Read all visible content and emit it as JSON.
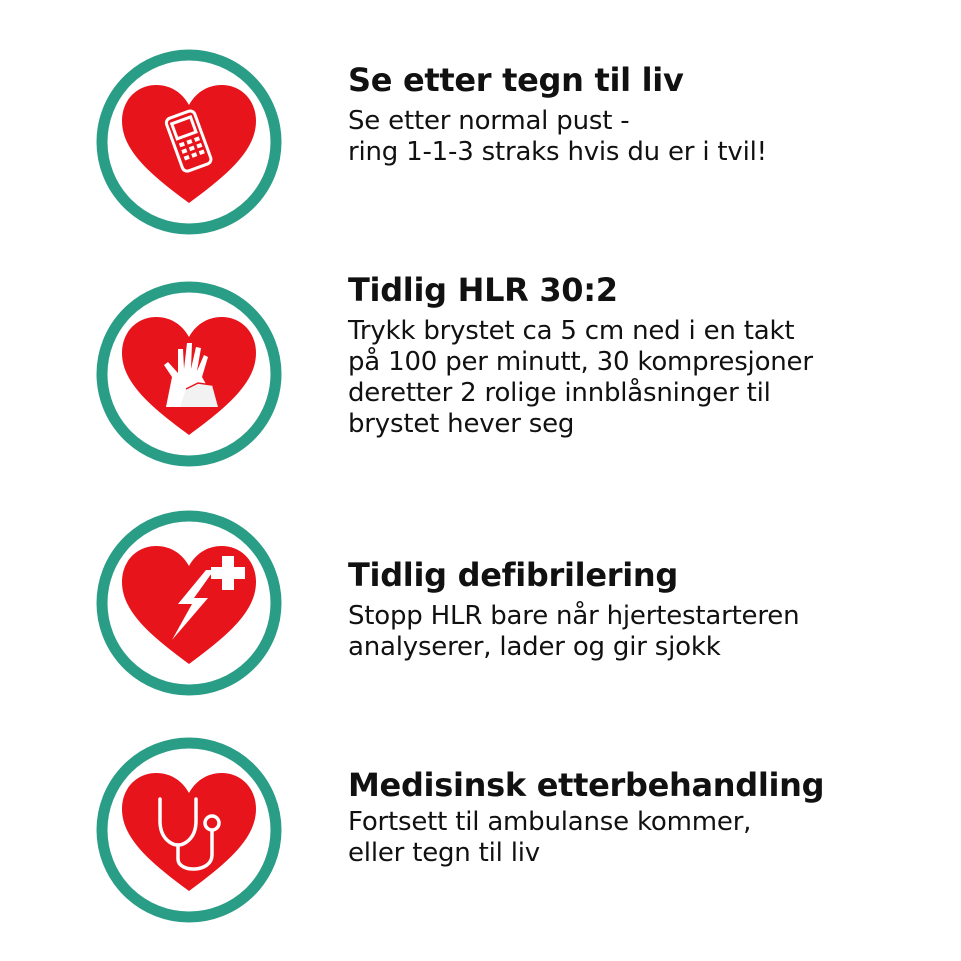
{
  "colors": {
    "ring": "#2a9d87",
    "heart": "#e8141c",
    "icon": "#ffffff",
    "text": "#111111"
  },
  "steps": [
    {
      "icon": "phone-icon",
      "title": "Se etter tegn til liv",
      "lines": [
        "Se etter normal pust -",
        "ring 1-1-3 straks hvis du er i tvil!"
      ]
    },
    {
      "icon": "hands-icon",
      "title": "Tidlig HLR 30:2",
      "lines": [
        "Trykk brystet ca 5 cm ned i en takt",
        "på 100 per minutt, 30 kompresjoner",
        "deretter 2 rolige innblåsninger til",
        "brystet hever seg"
      ]
    },
    {
      "icon": "defibrillator-icon",
      "title": "Tidlig defibrilering",
      "lines": [
        "Stopp HLR bare når hjertestarteren",
        "analyserer, lader og gir sjokk"
      ]
    },
    {
      "icon": "stethoscope-icon",
      "title": "Medisinsk etterbehandling",
      "lines": [
        "Fortsett til ambulanse kommer,",
        "eller tegn til liv"
      ]
    }
  ]
}
